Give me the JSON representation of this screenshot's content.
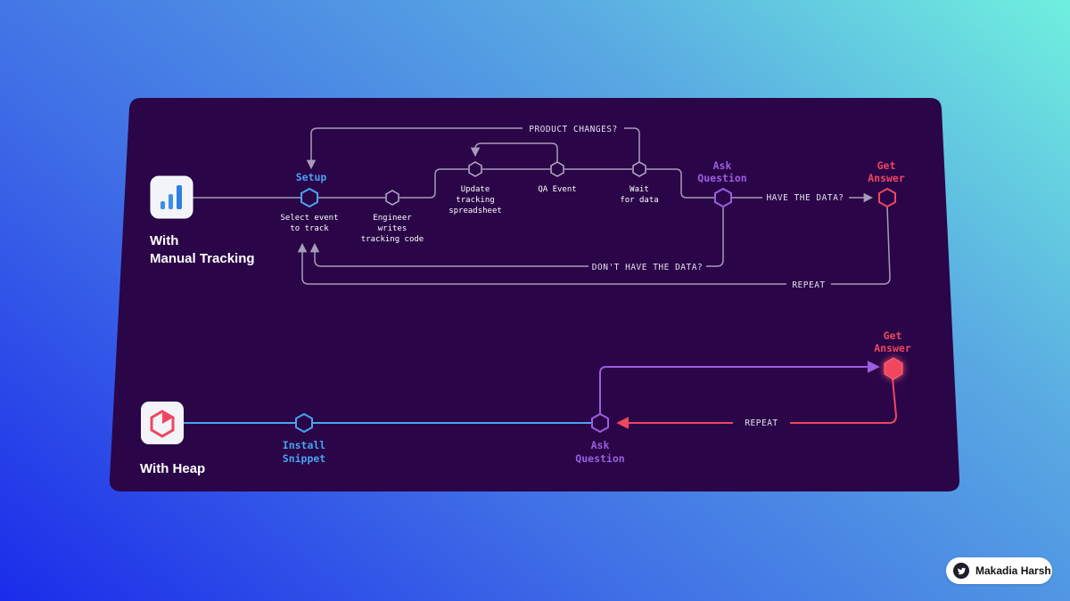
{
  "manual": {
    "label_line1": "With",
    "label_line2": "Manual Tracking",
    "product_changes": "PRODUCT CHANGES?",
    "setup": "Setup",
    "select_event_1": "Select event",
    "select_event_2": "to track",
    "engineer_1": "Engineer",
    "engineer_2": "writes",
    "engineer_3": "tracking code",
    "update_1": "Update",
    "update_2": "tracking",
    "update_3": "spreadsheet",
    "qa_event": "QA Event",
    "wait_1": "Wait",
    "wait_2": "for data",
    "ask_1": "Ask",
    "ask_2": "Question",
    "have_data": "HAVE THE DATA?",
    "get_1": "Get",
    "get_2": "Answer",
    "dont_have": "DON'T HAVE THE DATA?",
    "repeat": "REPEAT"
  },
  "heap": {
    "label": "With Heap",
    "install_1": "Install",
    "install_2": "Snippet",
    "ask_1": "Ask",
    "ask_2": "Question",
    "get_1": "Get",
    "get_2": "Answer",
    "repeat": "REPEAT"
  },
  "credit": {
    "name": "Makadia Harsh",
    "icon": "twitter-bird-icon"
  },
  "colors": {
    "panel": "#2a0548",
    "blue": "#4aa3f0",
    "purple": "#9a5fe0",
    "red": "#f0465f",
    "line": "#a79cb8"
  }
}
